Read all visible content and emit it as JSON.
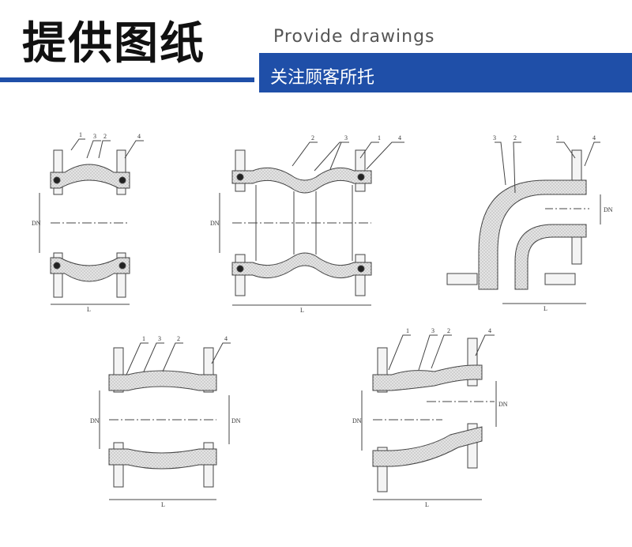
{
  "header": {
    "title": "提供图纸",
    "subtitle_en": "Provide drawings",
    "banner_text": "关注顾客所托",
    "accent_color": "#1f4fa8"
  },
  "drawings": {
    "single_sphere": {
      "part_labels": [
        "1",
        "3",
        "2",
        "4"
      ],
      "dim_length": "L",
      "dim_diameter": "DN"
    },
    "double_sphere": {
      "part_labels": [
        "2",
        "3",
        "1",
        "4"
      ],
      "dim_length": "L",
      "dim_diameter": "DN"
    },
    "elbow": {
      "part_labels": [
        "3",
        "2",
        "1",
        "4"
      ],
      "dim_length": "L",
      "dim_diameter": "DN"
    },
    "concentric_reducer": {
      "part_labels": [
        "1",
        "3",
        "2",
        "4"
      ],
      "dim_length": "L",
      "dim_diameter_1": "DN",
      "dim_diameter_2": "DN"
    },
    "eccentric_reducer": {
      "part_labels": [
        "1",
        "3",
        "2",
        "4"
      ],
      "dim_length": "L",
      "dim_diameter_1": "DN",
      "dim_diameter_2": "DN"
    }
  }
}
